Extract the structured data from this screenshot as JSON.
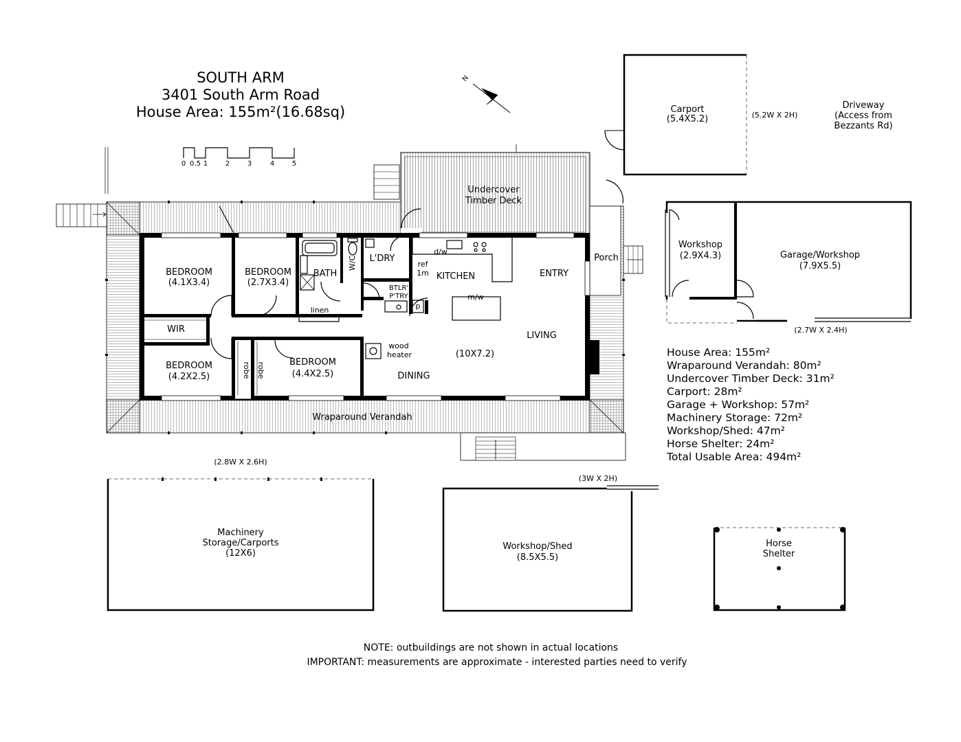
{
  "title": {
    "line1": "SOUTH ARM",
    "line2": "3401 South Arm Road",
    "line3": "House Area: 155m²(16.68sq)"
  },
  "scale_labels": [
    "0",
    "0.5",
    "1",
    "2",
    "3",
    "4",
    "5"
  ],
  "compass_label": "N",
  "rooms": {
    "bedroom1_name": "BEDROOM",
    "bedroom1_dim": "(4.1X3.4)",
    "bedroom2_name": "BEDROOM",
    "bedroom2_dim": "(2.7X3.4)",
    "bedroom3_name": "BEDROOM",
    "bedroom3_dim": "(4.2X2.5)",
    "bedroom4_name": "BEDROOM",
    "bedroom4_dim": "(4.4X2.5)",
    "bath": "BATH",
    "wc": "W/C",
    "laundry": "L'DRY",
    "linen": "linen",
    "wir": "WIR",
    "robe": "robe",
    "ref": "ref",
    "ref_width": "1m",
    "dw": "d/w",
    "kitchen": "KITCHEN",
    "butler_line1": "BTLR'",
    "butler_line2": "P'TRY",
    "pantry": "p",
    "mw": "m/w",
    "entry": "ENTRY",
    "living": "LIVING",
    "living_dim": "(10X7.2)",
    "dining": "DINING",
    "wood_heater_line1": "wood",
    "wood_heater_line2": "heater",
    "porch": "Porch",
    "deck_line1": "Undercover",
    "deck_line2": "Timber Deck",
    "verandah": "Wraparound Verandah"
  },
  "outbuildings": {
    "carport_name": "Carport",
    "carport_dim": "(5.4X5.2)",
    "carport_door": "(5.2W X 2H)",
    "driveway_line1": "Driveway",
    "driveway_line2": "(Access from",
    "driveway_line3": "Bezzants Rd)",
    "workshop_name": "Workshop",
    "workshop_dim": "(2.9X4.3)",
    "garage_name": "Garage/Workshop",
    "garage_dim": "(7.9X5.5)",
    "garage_door": "(2.7W X 2.4H)",
    "machinery_line1": "Machinery",
    "machinery_line2": "Storage/Carports",
    "machinery_dim": "(12X6)",
    "machinery_door": "(2.8W X 2.6H)",
    "shed_name": "Workshop/Shed",
    "shed_dim": "(8.5X5.5)",
    "shed_door": "(3W X 2H)",
    "horse_line1": "Horse",
    "horse_line2": "Shelter"
  },
  "areas": [
    "House Area: 155m²",
    "Wraparound Verandah: 80m²",
    "Undercover Timber Deck: 31m²",
    "Carport: 28m²",
    "Garage + Workshop: 57m²",
    "Machinery Storage: 72m²",
    "Workshop/Shed: 47m²",
    "Horse Shelter: 24m²",
    "Total Usable Area: 494m²"
  ],
  "notes": {
    "line1": "NOTE: outbuildings are not shown in actual locations",
    "line2": "IMPORTANT: measurements are approximate - interested parties need to verify"
  }
}
